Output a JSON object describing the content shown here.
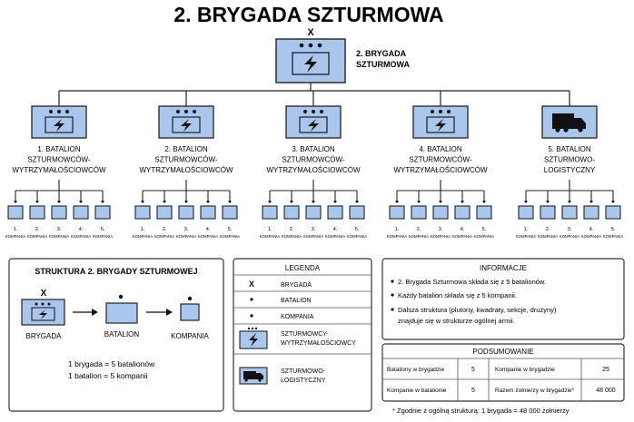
{
  "title": "2. BRYGADA SZTURMOWA",
  "colors": {
    "unit_fill": "#a9c7ec",
    "line": "#222222"
  },
  "brigade": {
    "symbol": "X",
    "name_line1": "2. BRYGADA",
    "name_line2": "SZTURMOWA",
    "icon": "lightning-icon"
  },
  "battalions": [
    {
      "lines": [
        "1. BATALION",
        "SZTURMOWCÓW-",
        "WYTRZYMAŁOŚCIOWCÓW"
      ],
      "icon": "lightning-icon"
    },
    {
      "lines": [
        "2. BATALION",
        "SZTURMOWCÓW-",
        "WYTRZYMAŁOŚCIOWCÓW"
      ],
      "icon": "lightning-icon"
    },
    {
      "lines": [
        "3. BATALION",
        "SZTURMOWCÓW-",
        "WYTRZYMAŁOŚCIOWCÓW"
      ],
      "icon": "lightning-icon"
    },
    {
      "lines": [
        "4. BATALION",
        "SZTURMOWCÓW-",
        "WYTRZYMAŁOŚCIOWCÓW"
      ],
      "icon": "lightning-icon"
    },
    {
      "lines": [
        "5. BATALION",
        "SZTURMOWO-",
        "LOGISTYCZNY"
      ],
      "icon": "truck-icon"
    }
  ],
  "companies": {
    "numbers": [
      "1.",
      "2.",
      "3.",
      "4.",
      "5."
    ],
    "label": "KOMPANIA"
  },
  "structure": {
    "title": "STRUKTURA 2. BRYGADY SZTURMOWEJ",
    "symbol": "X",
    "brigade_label": "BRYGADA",
    "battalion_label": "BATALION",
    "company_label": "KOMPANIA",
    "eq1": "1 brygada = 5 batalionów",
    "eq2": "1 batalion = 5 kompanii"
  },
  "legend": {
    "title": "LEGENDA",
    "rows": [
      {
        "symbol": "X",
        "label": "BRYGADA"
      },
      {
        "symbol": "•",
        "label": "BATALION"
      },
      {
        "symbol": "•",
        "label": "KOMPANIA"
      }
    ],
    "assault_lines": [
      "SZTURMOWCY-",
      "WYTRZYMAŁOŚCIOWCY"
    ],
    "logistics_lines": [
      "SZTURMOWO-",
      "LOGISTYCZNY"
    ]
  },
  "info": {
    "title": "INFORMACJE",
    "items": [
      "2. Brygada Szturmowa składa się z 5 batalionów.",
      "Każdy batalion składa się z 5 kompanii.",
      "Dalsza struktura (plutony, kwadraty, sekcje, drużyny)",
      "znajduje się w strukturze ogólnej armii."
    ]
  },
  "summary": {
    "title": "PODSUMOWANIE",
    "rows": [
      {
        "k1": "Bataliony w brygadzie",
        "v1": "5",
        "k2": "Kompanie w brygadzie",
        "v2": "25"
      },
      {
        "k1": "Kompanie w batalionie",
        "v1": "5",
        "k2": "Razem żołnierzy w brygadzie*",
        "v2": "48 000"
      }
    ]
  },
  "footnote": "* Zgodnie z ogólną strukturą: 1 brygada = 48 000 żołnierzy"
}
